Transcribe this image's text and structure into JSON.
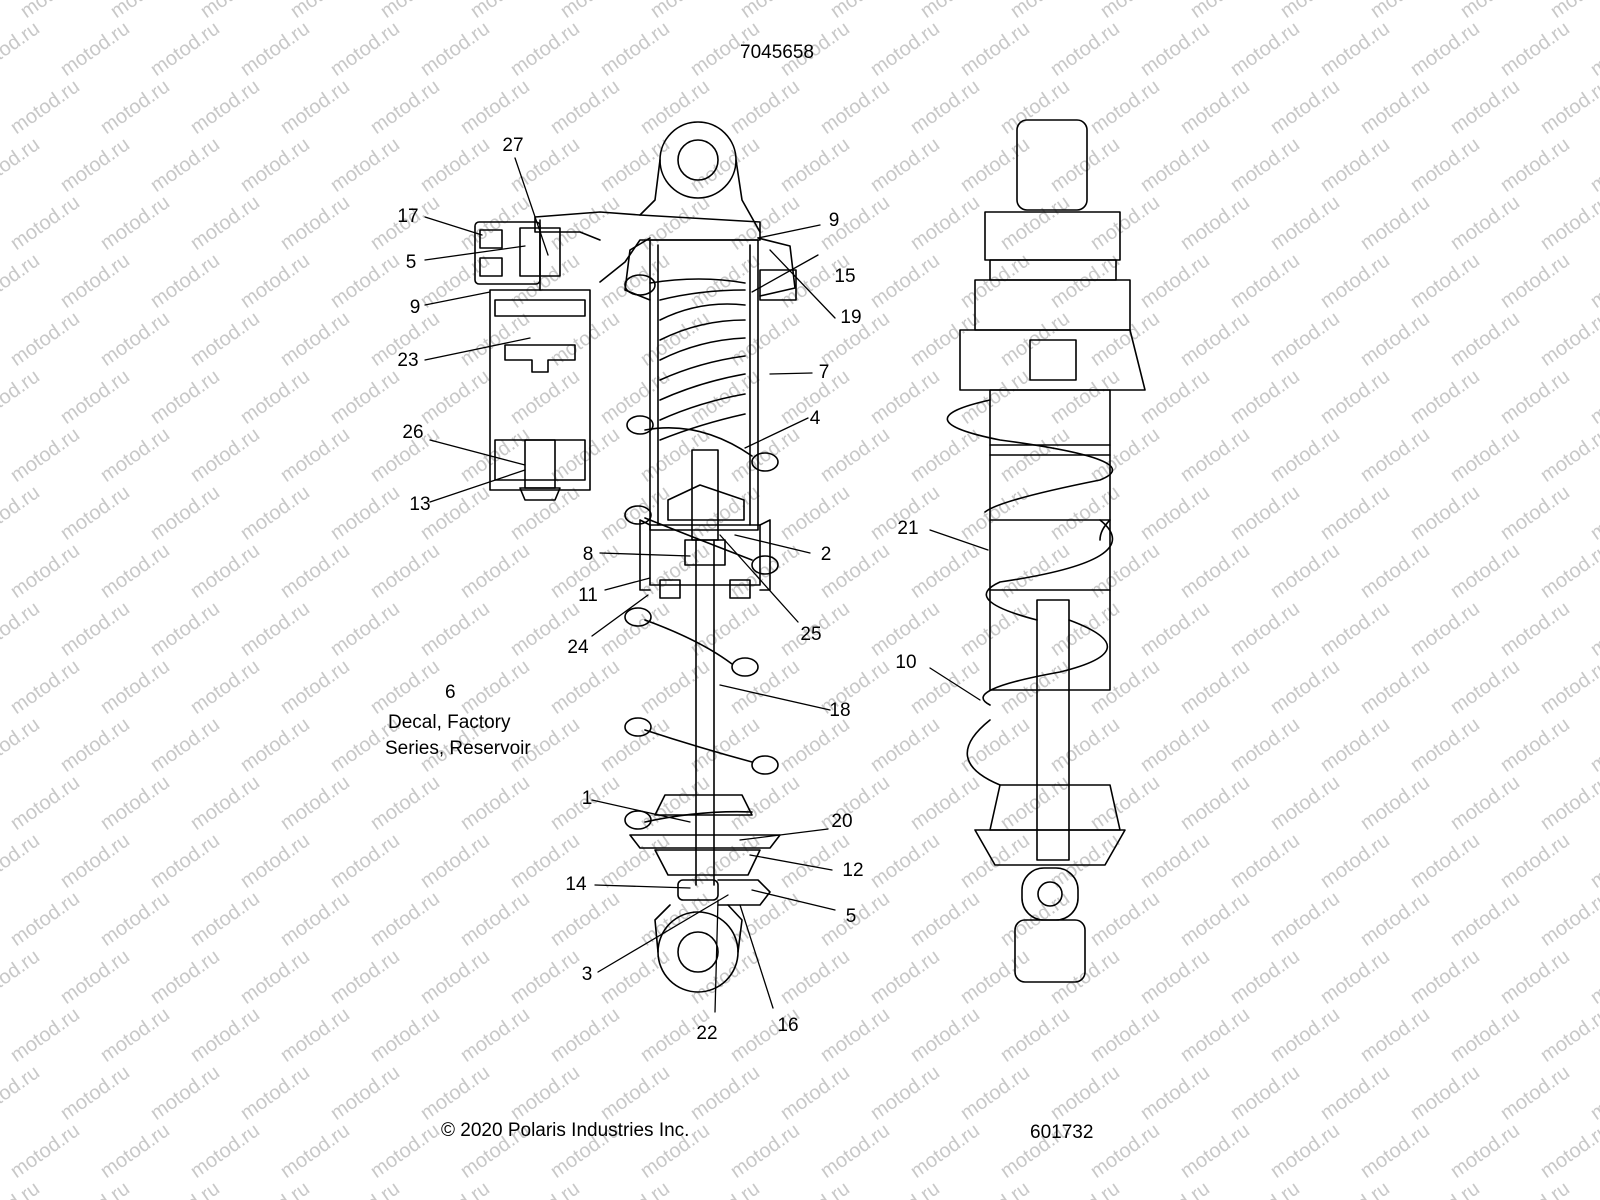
{
  "header": {
    "drawing_number": "7045658"
  },
  "footer": {
    "copyright": "© 2020 Polaris Industries Inc.",
    "illustration_number": "601732"
  },
  "watermark": {
    "text": "motod.ru"
  },
  "note": {
    "number": "6",
    "line1": "Decal, Factory",
    "line2": "Series, Reservoir"
  },
  "callouts": [
    {
      "id": "c27",
      "label": "27"
    },
    {
      "id": "c17",
      "label": "17"
    },
    {
      "id": "c5a",
      "label": "5"
    },
    {
      "id": "c9a",
      "label": "9"
    },
    {
      "id": "c23",
      "label": "23"
    },
    {
      "id": "c26",
      "label": "26"
    },
    {
      "id": "c13",
      "label": "13"
    },
    {
      "id": "c9b",
      "label": "9"
    },
    {
      "id": "c15",
      "label": "15"
    },
    {
      "id": "c19",
      "label": "19"
    },
    {
      "id": "c7",
      "label": "7"
    },
    {
      "id": "c4",
      "label": "4"
    },
    {
      "id": "c2",
      "label": "2"
    },
    {
      "id": "c8",
      "label": "8"
    },
    {
      "id": "c11",
      "label": "11"
    },
    {
      "id": "c25",
      "label": "25"
    },
    {
      "id": "c24",
      "label": "24"
    },
    {
      "id": "c18",
      "label": "18"
    },
    {
      "id": "c1",
      "label": "1"
    },
    {
      "id": "c20",
      "label": "20"
    },
    {
      "id": "c12",
      "label": "12"
    },
    {
      "id": "c14",
      "label": "14"
    },
    {
      "id": "c5b",
      "label": "5"
    },
    {
      "id": "c3",
      "label": "3"
    },
    {
      "id": "c22",
      "label": "22"
    },
    {
      "id": "c16",
      "label": "16"
    },
    {
      "id": "c21",
      "label": "21"
    },
    {
      "id": "c10",
      "label": "10"
    }
  ]
}
